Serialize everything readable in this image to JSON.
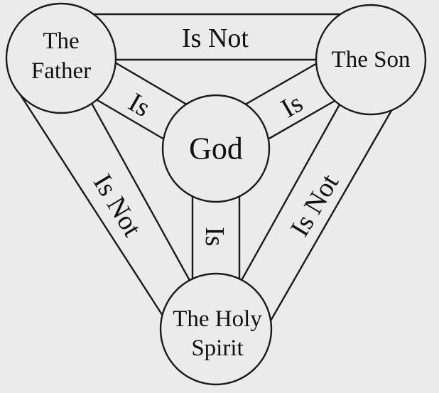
{
  "nodes": {
    "father": {
      "line1": "The",
      "line2": "Father"
    },
    "son": {
      "label": "The Son"
    },
    "god": {
      "label": "God"
    },
    "spirit": {
      "line1": "The Holy",
      "line2": "Spirit"
    }
  },
  "edges": {
    "father_son": "Is Not",
    "father_spirit": "Is Not",
    "son_spirit": "Is Not",
    "father_god": "Is",
    "son_god": "Is",
    "spirit_god": "Is"
  }
}
